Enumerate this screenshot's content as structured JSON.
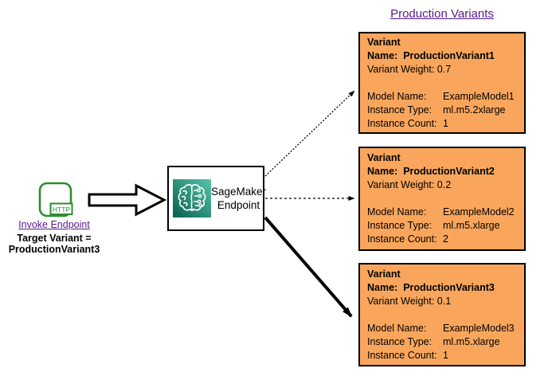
{
  "title": "Production Variants",
  "colors": {
    "card_fill": "#F9A65C",
    "card_border": "#000000",
    "link_purple": "#551A8B",
    "http_green": "#2D8C2D",
    "sagemaker_gradient_dark": "#05604D",
    "sagemaker_gradient_light": "#59C4AB"
  },
  "invoke": {
    "link_label": "Invoke Endpoint",
    "icon_label": "HTTP",
    "target_line1": "Target Variant =",
    "target_line2": "ProductionVariant3"
  },
  "endpoint": {
    "line1": "SageMaker",
    "line2": "Endpoint"
  },
  "variants": [
    {
      "name_label": "Variant Name:",
      "name": "ProductionVariant1",
      "weight_label": "Variant Weight:",
      "weight": "0.7",
      "specs": [
        {
          "label": "Model Name:",
          "value": "ExampleModel1"
        },
        {
          "label": "Instance Type:",
          "value": "ml.m5.2xlarge"
        },
        {
          "label": "Instance Count:",
          "value": "1"
        }
      ]
    },
    {
      "name_label": "Variant Name:",
      "name": "ProductionVariant2",
      "weight_label": "Variant Weight:",
      "weight": "0.2",
      "specs": [
        {
          "label": "Model Name:",
          "value": "ExampleModel2"
        },
        {
          "label": "Instance Type:",
          "value": "ml.m5.xlarge"
        },
        {
          "label": "Instance Count:",
          "value": "2"
        }
      ]
    },
    {
      "name_label": "Variant Name:",
      "name": "ProductionVariant3",
      "weight_label": "Variant Weight:",
      "weight": "0.1",
      "specs": [
        {
          "label": "Model Name:",
          "value": "ExampleModel3"
        },
        {
          "label": "Instance Type:",
          "value": "ml.m5.xlarge"
        },
        {
          "label": "Instance Count:",
          "value": "1"
        }
      ]
    }
  ]
}
